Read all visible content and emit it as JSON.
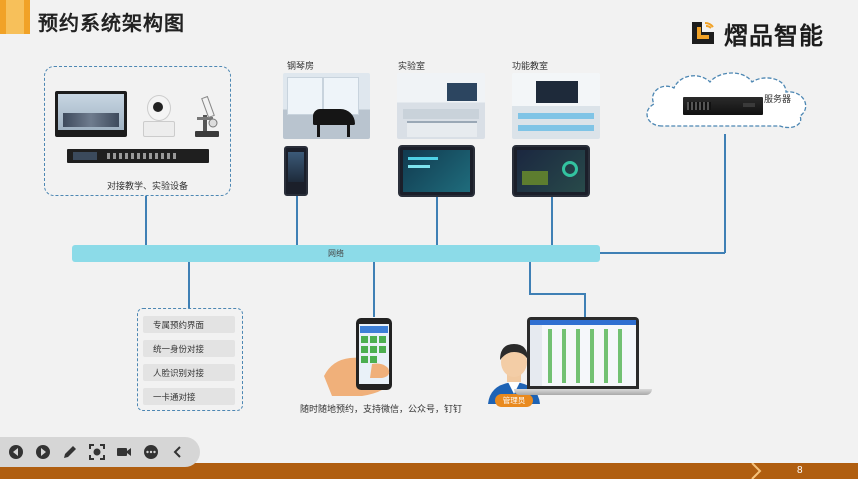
{
  "header": {
    "title": "预约系统架构图"
  },
  "logo": {
    "text": "熠品智能",
    "accent": "#f1a227"
  },
  "equipment_group": {
    "caption": "对接教学、实验设备"
  },
  "rooms": [
    {
      "label": "钢琴房"
    },
    {
      "label": "实验室"
    },
    {
      "label": "功能教室"
    }
  ],
  "server": {
    "label": "服务器"
  },
  "network": {
    "label": "网络"
  },
  "features": [
    "专属预约界面",
    "统一身份对接",
    "人脸识别对接",
    "一卡通对接"
  ],
  "mobile": {
    "caption": "随时随地预约，支持微信，公众号，钉钉"
  },
  "admin": {
    "badge": "管理员"
  },
  "footer": {
    "page": "8"
  },
  "toolbar": {
    "icons": [
      "prev-icon",
      "next-icon",
      "pen-icon",
      "screenshot-icon",
      "camera-icon",
      "more-icon",
      "collapse-icon"
    ]
  },
  "colors": {
    "network": "#8cdbe8",
    "line": "#3f80b5",
    "brand": "#f1a227",
    "footer": "#b05e10"
  }
}
